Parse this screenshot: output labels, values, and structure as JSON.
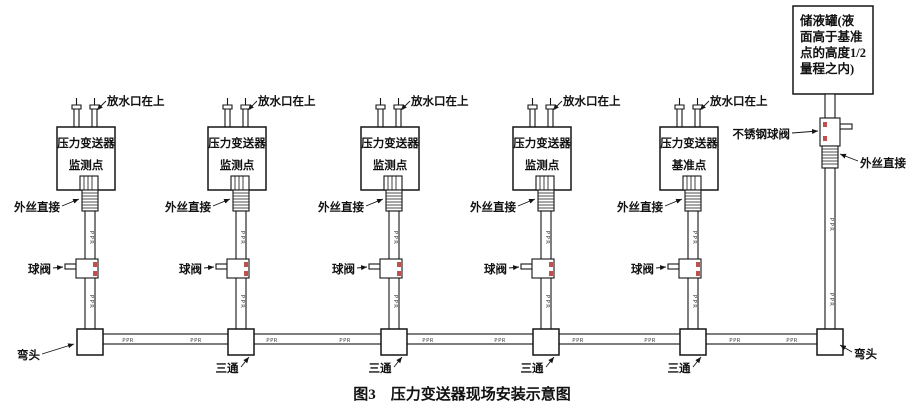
{
  "caption": "图3　压力变送器现场安装示意图",
  "pipe_label": "PPR",
  "colors": {
    "line": "#151515",
    "valve_mark": "#c0504d"
  },
  "units": [
    {
      "name_line1": "压力变送器",
      "name_line2": "监测点",
      "drain": "放水口在上",
      "thread": "外丝直接",
      "valve": "球阀",
      "fitting": "弯头"
    },
    {
      "name_line1": "压力变送器",
      "name_line2": "监测点",
      "drain": "放水口在上",
      "thread": "外丝直接",
      "valve": "球阀",
      "fitting": "三通"
    },
    {
      "name_line1": "压力变送器",
      "name_line2": "监测点",
      "drain": "放水口在上",
      "thread": "外丝直接",
      "valve": "球阀",
      "fitting": "三通"
    },
    {
      "name_line1": "压力变送器",
      "name_line2": "监测点",
      "drain": "放水口在上",
      "thread": "外丝直接",
      "valve": "球阀",
      "fitting": "三通"
    },
    {
      "name_line1": "压力变送器",
      "name_line2": "基准点",
      "drain": "放水口在上",
      "thread": "外丝直接",
      "valve": "球阀",
      "fitting": "三通"
    }
  ],
  "tank": {
    "lines": [
      "储液罐(液",
      "面高于基准",
      "点的高度1/2",
      "量程之内)"
    ],
    "valve": "不锈钢球阀",
    "thread": "外丝直接",
    "elbow": "弯头"
  }
}
